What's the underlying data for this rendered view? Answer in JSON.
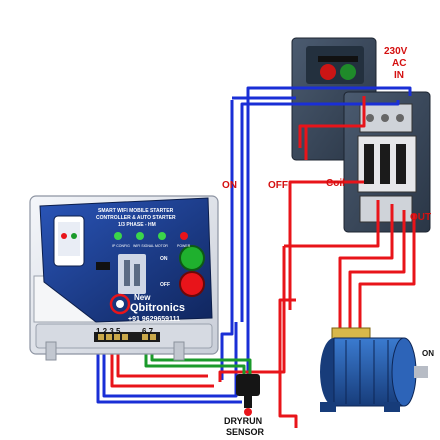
{
  "labels": {
    "voltage": "230V",
    "ac": "AC",
    "in": "IN",
    "on": "ON",
    "off": "OFF",
    "coil": "Coil",
    "out": "OUT",
    "motor_on": "ON",
    "dryrun_line1": "DRYRUN",
    "dryrun_line2": "SENSOR"
  },
  "controller": {
    "title_line1": "SMART WIFI MOBILE STARTER",
    "title_line2": "CONTROLLER & AUTO STARTER",
    "title_line3": "1/3 PHASE - HM",
    "indicators": [
      "IP CONFIG",
      "WIFI SIGNAL",
      "MOTOR",
      "POWER"
    ],
    "on_label": "ON",
    "off_label": "OFF",
    "brand_top": "New",
    "brand_main": "Qbitronics",
    "phone": "+91 9629659111",
    "terminal_left": "1 2 3 5",
    "terminal_right": "6 7"
  },
  "colors": {
    "live_wire": "#e8141a",
    "neutral_wire": "#1a2fd6",
    "sensor_wire": "#1a9a2a",
    "panel_face": "#1a3a8c",
    "enclosure": "#e6e9ef",
    "contactor_body": "#3a4a5e",
    "motor_body": "#1f4f9a"
  }
}
